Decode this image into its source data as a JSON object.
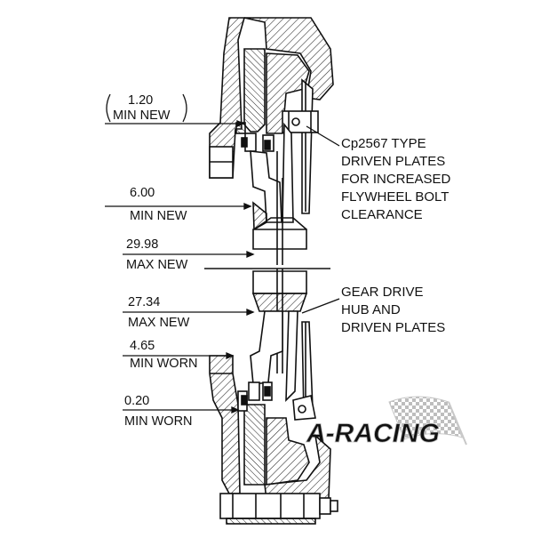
{
  "dimensions": {
    "d1": {
      "value": "1.20",
      "label": "MIN NEW"
    },
    "d2": {
      "value": "6.00",
      "label": "MIN NEW"
    },
    "d3": {
      "value": "29.98",
      "label": "MAX NEW"
    },
    "d4": {
      "value": "27.34",
      "label": "MAX NEW"
    },
    "d5": {
      "value": "4.65",
      "label": "MIN WORN"
    },
    "d6": {
      "value": "0.20",
      "label": "MIN WORN"
    }
  },
  "callouts": {
    "driven_plates": [
      "Cp2567 TYPE",
      "DRIVEN PLATES",
      "FOR INCREASED",
      "FLYWHEEL BOLT",
      "CLEARANCE"
    ],
    "gear_drive": [
      "GEAR DRIVE",
      "HUB AND",
      "DRIVEN PLATES"
    ]
  },
  "watermark": {
    "text": "A-RACING"
  },
  "colors": {
    "line": "#111111",
    "hatch": "#222222",
    "watermark": "#d8d8d8"
  }
}
